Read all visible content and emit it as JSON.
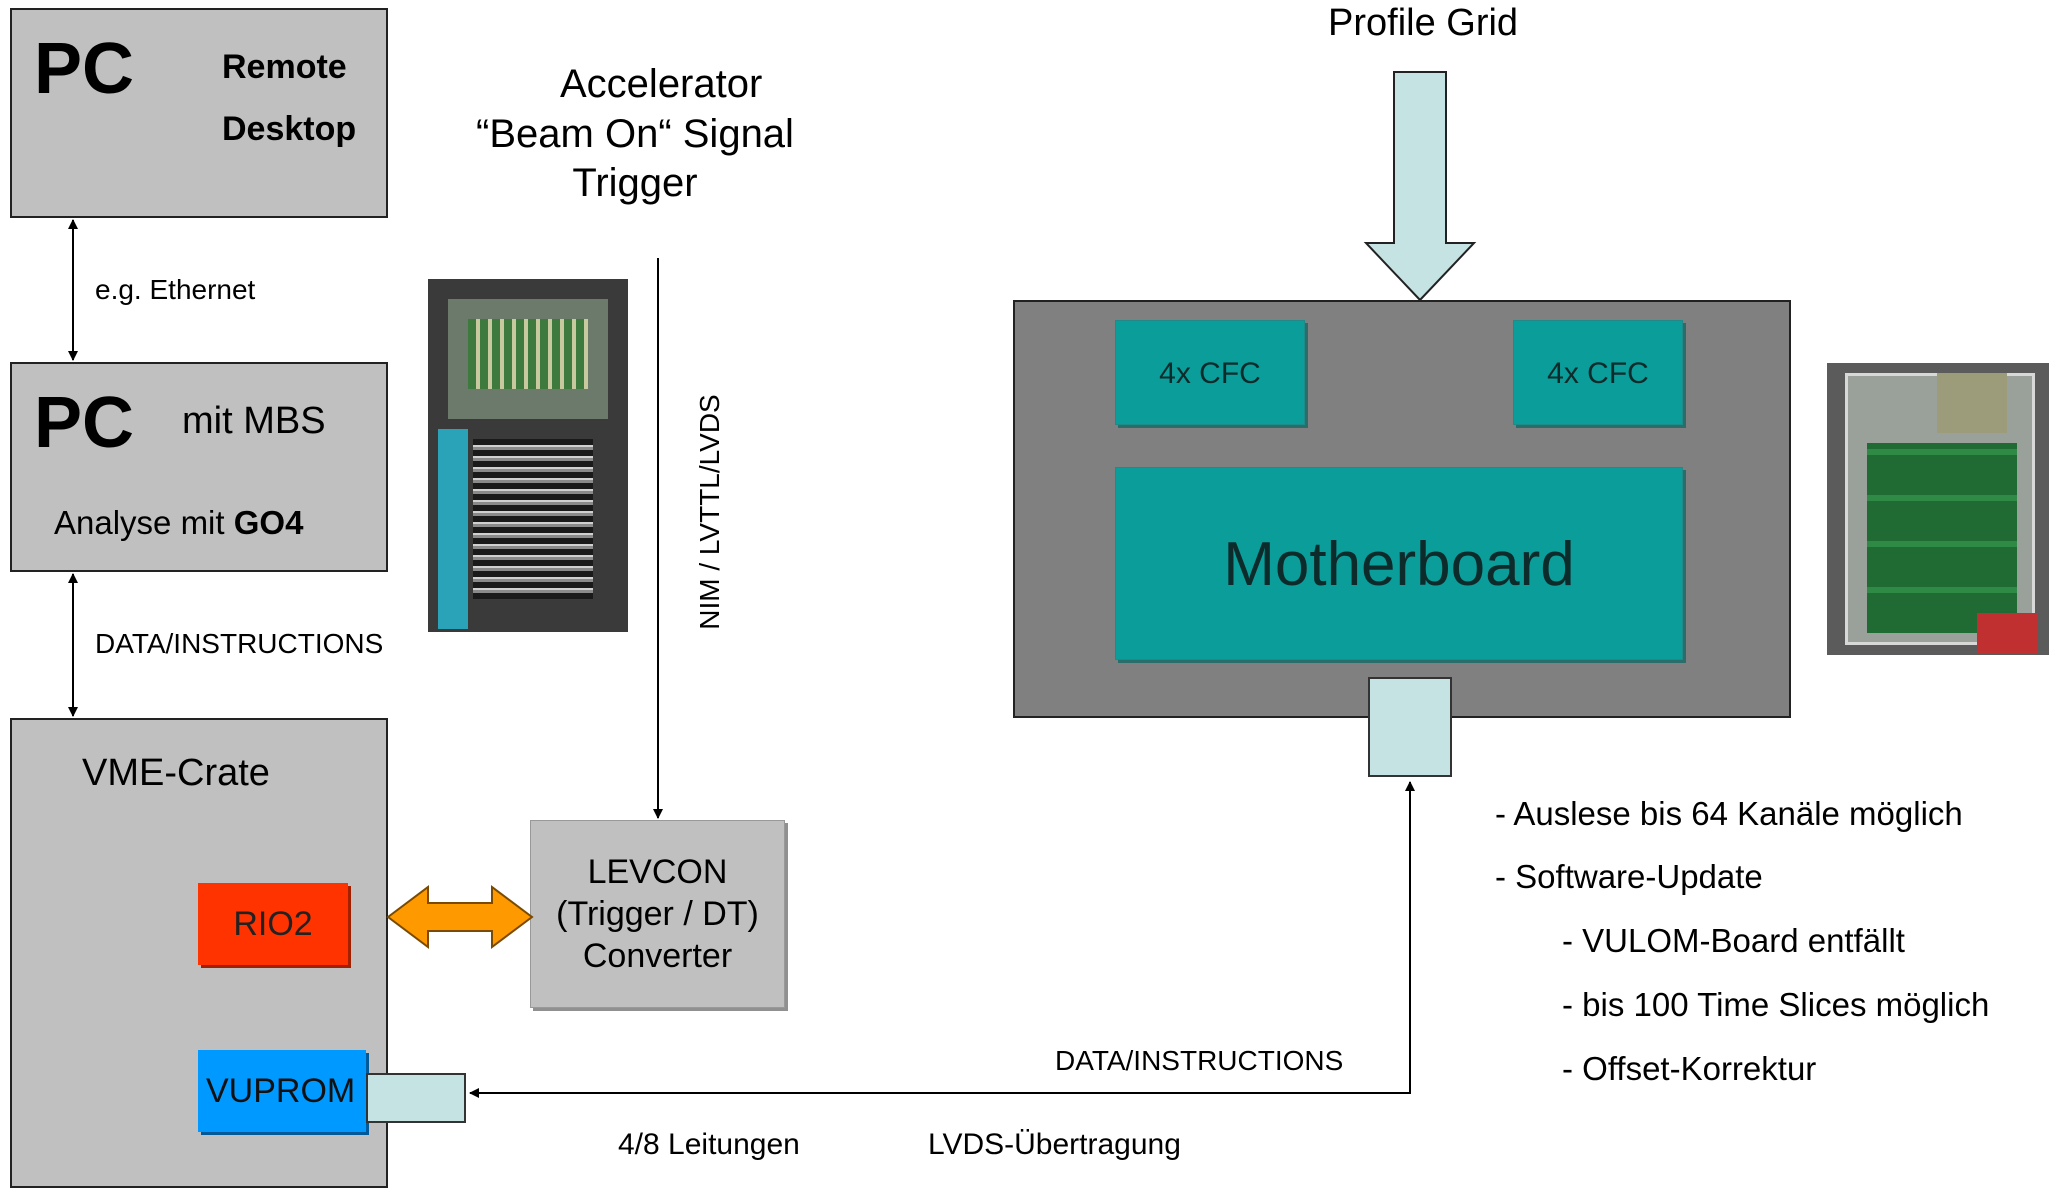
{
  "pc_remote": {
    "title": "PC",
    "line1": "Remote",
    "line2": "Desktop"
  },
  "link1": {
    "label": "e.g. Ethernet"
  },
  "pc_mbs": {
    "title": "PC",
    "subtitle": "mit MBS",
    "analysis_prefix": "Analyse mit ",
    "analysis_bold": "GO4"
  },
  "link2": {
    "label": "DATA/INSTRUCTIONS"
  },
  "vme": {
    "title": "VME-Crate",
    "rio": "RIO2",
    "vuprom": "VUPROM"
  },
  "accelerator": {
    "line1": "Accelerator",
    "line2": "“Beam On“ Signal",
    "line3": "Trigger"
  },
  "trigger_line": {
    "label": "NIM / LVTTL/LVDS"
  },
  "levcon": {
    "line1": "LEVCON",
    "line2": "(Trigger / DT)",
    "line3": "Converter"
  },
  "profile_grid": {
    "label": "Profile Grid"
  },
  "board": {
    "cfc_left": "4x CFC",
    "cfc_right": "4x CFC",
    "motherboard": "Motherboard"
  },
  "bottom_link": {
    "label": "DATA/INSTRUCTIONS",
    "wires": "4/8 Leitungen",
    "transfer": "LVDS-Übertragung"
  },
  "features": [
    "- Auslese bis 64 Kanäle möglich",
    "- Software-Update",
    "- VULOM-Board entfällt",
    "- bis 100 Time Slices möglich",
    "- Offset-Korrektur"
  ],
  "colors": {
    "teal": "#0a9d9a",
    "rio_red": "#ff3300",
    "vuprom_blue": "#0099ff",
    "orange": "#ff9900",
    "light_blue": "#c6e3e3",
    "gray": "#c0c0c0",
    "dark_gray": "#808080"
  }
}
